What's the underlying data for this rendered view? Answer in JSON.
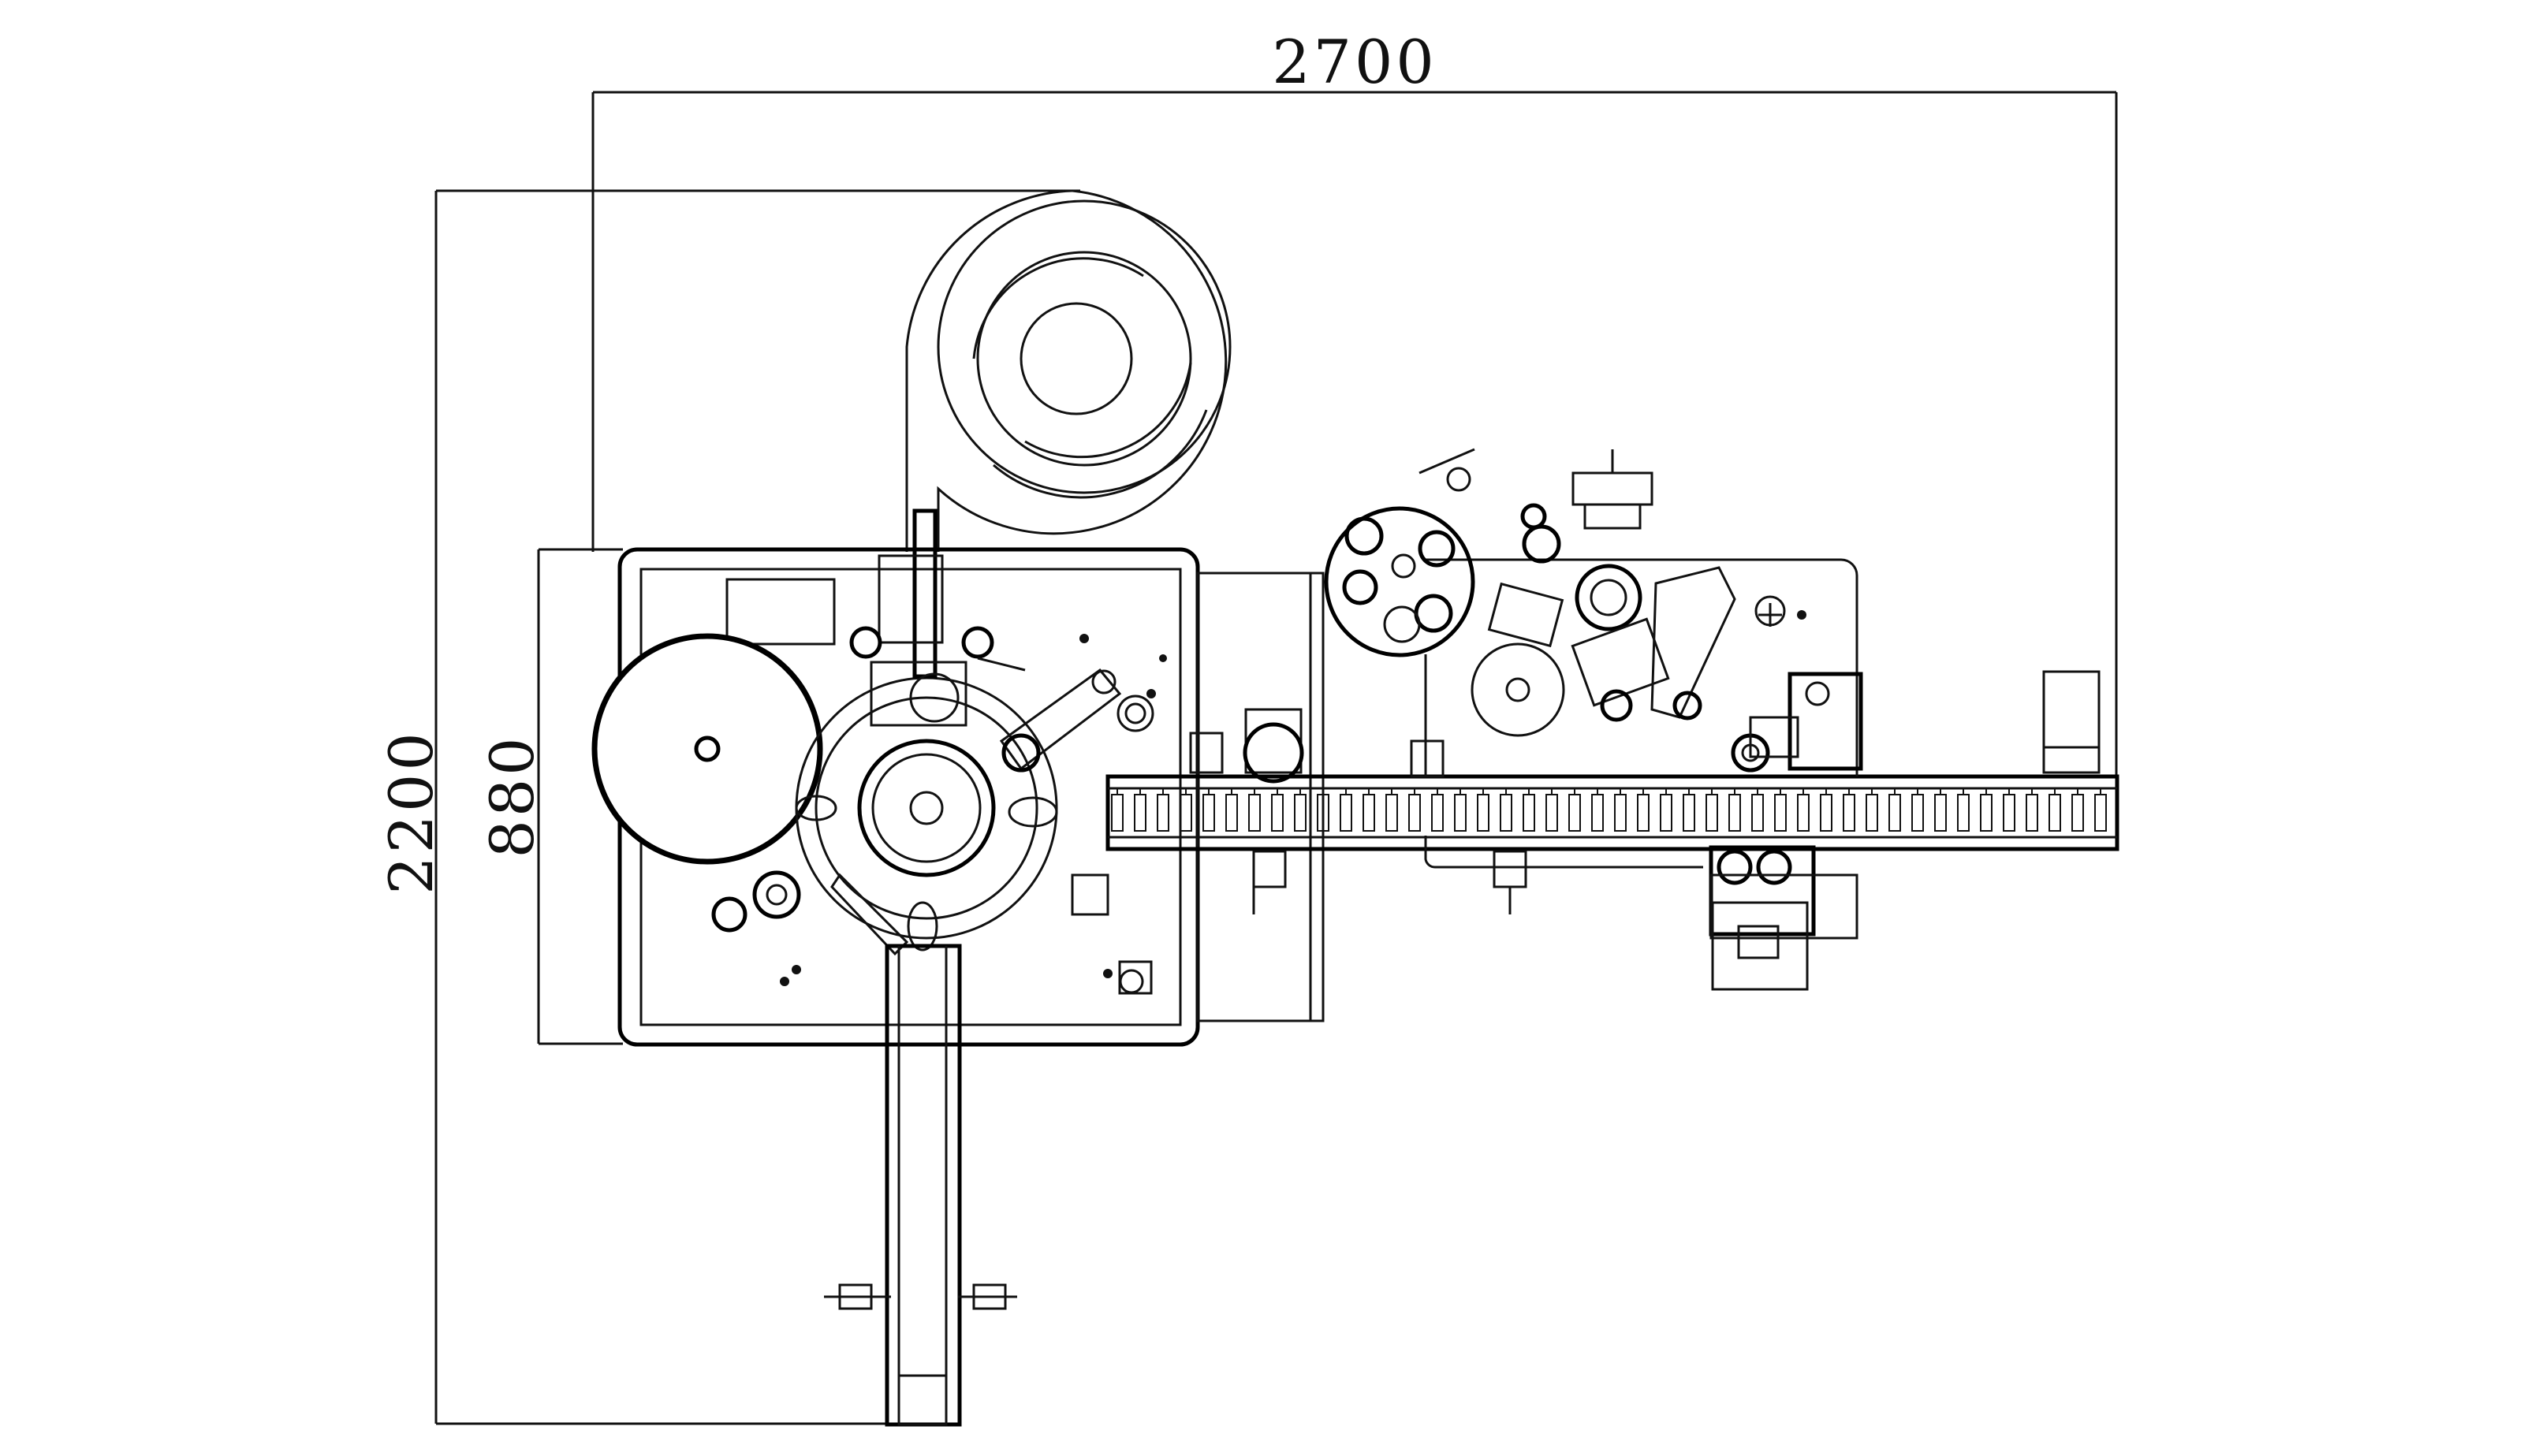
{
  "dimensions": {
    "overall_width": "2700",
    "overall_depth": "2200",
    "table_depth": "880"
  },
  "colors": {
    "line": "#111111",
    "background": "#ffffff"
  }
}
